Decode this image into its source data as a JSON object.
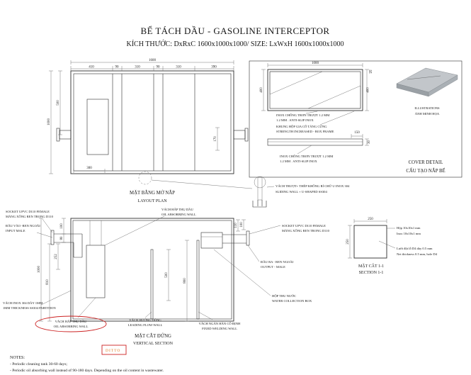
{
  "title": "BỂ TÁCH DẦU - GASOLINE INTERCEPTOR",
  "subtitle": "KÍCH THƯỚC: DxRxC 1600x1000x1000/ SIZE: LxWxH 1600x1000x1000",
  "colors": {
    "markup_red": "#cc2222",
    "stamp_orange": "#e07820"
  },
  "layout_plan": {
    "caption_vi": "MẶT BẰNG MỞ NẮP",
    "caption_en": "LAYOUT PLAN",
    "dim_total": "1600",
    "segs": [
      "410",
      "90",
      "310",
      "90",
      "310",
      "390"
    ],
    "dim_depth": "1000",
    "dim_half_depth": "500",
    "dim_wall": "300",
    "dim_outlet": "170"
  },
  "cover_detail": {
    "caption_en": "COVER DETAIL",
    "caption_vi": "CẤU TẠO NẮP BỂ",
    "dim_width": "1000",
    "dim_left": "400",
    "dim_right": "400",
    "dim_thk": "25",
    "dim_side_len": "150",
    "dim_side_h": "30",
    "antislip_vi": "INOX CHỐNG TRƠN TRƯỢT 1.2 MM",
    "antislip_en": "1.2 MM . ANTI-SLIP INOX",
    "frame_vi": "KHUNG HỘP GIA CỐ TĂNG CỨNG",
    "frame_en": "STRENGTH INCREASED - BOX FRAME",
    "antislip2_vi": "INOX CHỐNG TRƠN TRƯỢT 1.2 MM",
    "antislip2_en": "1.2 MM . ANTI-SLIP INOX",
    "illus_en": "ILLUSTRATIONS",
    "illus_vi": "ẢNH MINH HỌA"
  },
  "sliding_wall": {
    "label_vi": "VÁCH TRƯỢT+ THÉP KHÔNG RỈ CHỮ U INOX 304",
    "label_en": "SLIDING  WALL  + U-SHAPED SS304"
  },
  "vsection": {
    "caption_vi": "MẶT CẮT ĐỨNG",
    "caption_en": "VERTICAL SECTION",
    "socket_in_l1": "SOCKET UPVC D110 FEMALE",
    "socket_in_l2": "MĂNG XÔNG REN TRONG D110",
    "input_l1": "ĐẦU VÀO -REN NGOÀI",
    "input_l2": "INPUT MALE",
    "oil_top_l1": "VÁCH HẤP THỤ DẦU",
    "oil_top_l2": "OIL ABSORBING WALL",
    "partition_l1": "VÁCH INOX 304 DÀY 1MM",
    "partition_l2": "1MM THICKNESS SS304 PARTITION",
    "oil_bot_l1": "VÁCH HẤP THỤ DẦU",
    "oil_bot_l2": "OIL ABSORBING WALL",
    "flow_l1": "VÁCH HƯỚNG DÒNG",
    "flow_l2": "LEADING FLOW-WALL",
    "weld_l1": "VÁCH NGĂN HÀN CỐ ĐỊNH",
    "weld_l2": "FIXED WELDING WALL",
    "box_l1": "HỘP THU NƯỚC",
    "box_l2": "WATER COLLECTION BOX",
    "socket_out_l1": "SOCKET UPVC D110 FEMALE",
    "socket_out_l2": "MĂNG XÔNG REN TRONG D110",
    "output_l1": "ĐẦU RA - REN NGOÀI",
    "output_l2": "OUTPUT - MALE",
    "dims": {
      "h1000": "1000",
      "h810": "810",
      "h252": "252",
      "in100": "100",
      "in80": "80",
      "w500": "500",
      "w800": "800",
      "out110": "110",
      "out100": "100"
    }
  },
  "section11": {
    "caption_vi": "MẶT CẮT 1-1",
    "caption_en": "SECTION 1-1",
    "dim_w": "250",
    "dim_h": "250",
    "n1": "Hộp 10x10x1 mm",
    "n2": "Inox 10x10x1 mm",
    "n3": "Lưới đột lỗ D4 dày 0.5 mm",
    "n4": "Net thickness 0.5 mm, hole D4"
  },
  "notes": {
    "heading": "NOTES:",
    "line1": "- Periodic cleaning tank 30-60 days;",
    "line2": "- Periodic oil absorbing wall instead of 90-180 days. Depending on the oil content in wastewater.",
    "stamp": "DITTO"
  }
}
